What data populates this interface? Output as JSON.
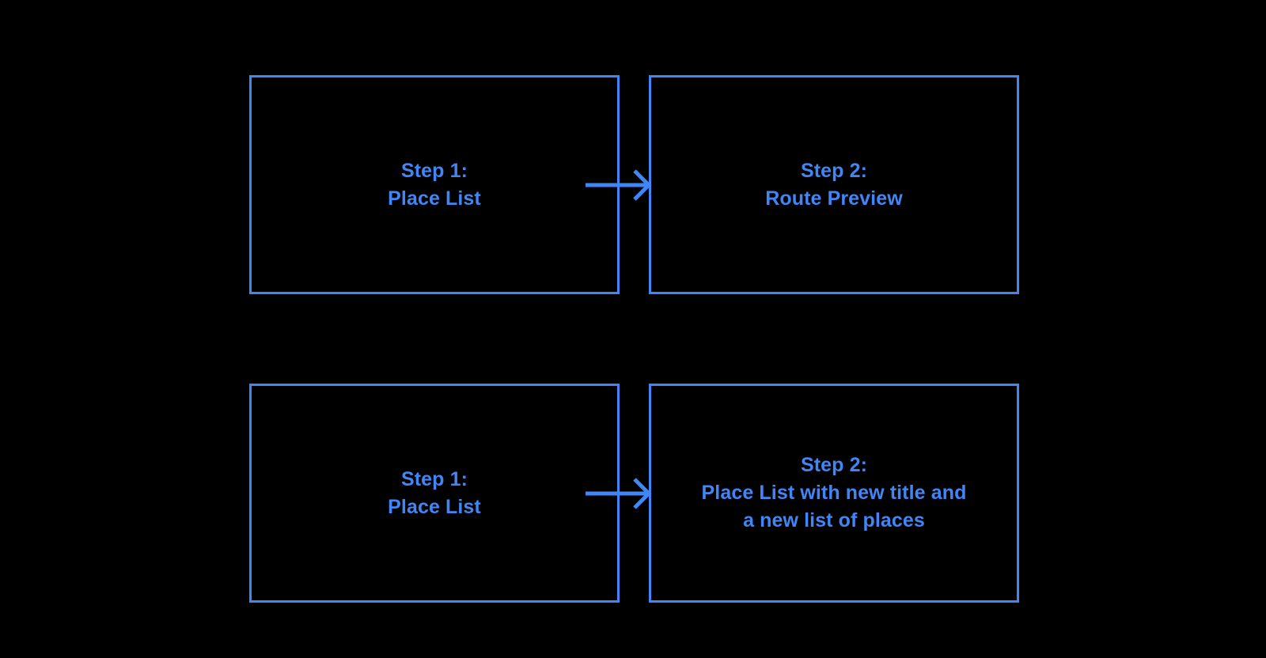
{
  "diagram": {
    "type": "flow",
    "background_color": "#000000",
    "accent_color": "#4285f4",
    "rows": [
      {
        "id": "route-preview-flow",
        "from": {
          "title": "Step 1:",
          "subtitle": "Place List",
          "text": "Step 1:\nPlace List"
        },
        "arrow": {
          "direction": "right",
          "label": ""
        },
        "to": {
          "title": "Step 2:",
          "subtitle": "Route Preview",
          "text": "Step 2:\nRoute Preview"
        }
      },
      {
        "id": "edit-list-flow",
        "from": {
          "title": "Step 1:",
          "subtitle": "Place List",
          "text": "Step 1:\nPlace List"
        },
        "arrow": {
          "direction": "right",
          "label": ""
        },
        "to": {
          "title": "Step 2:",
          "subtitle": "Place List with new title and a new list of places",
          "text": "Step 2:\nPlace List with new title and\na new list of places"
        }
      }
    ]
  }
}
